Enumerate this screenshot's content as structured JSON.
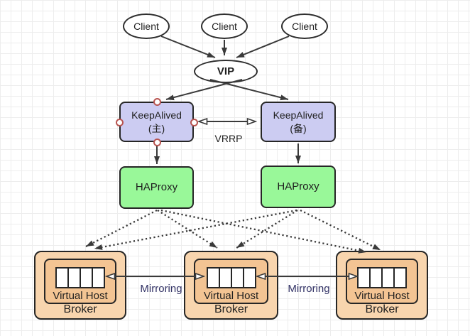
{
  "diagram": {
    "clients": [
      {
        "label": "Client"
      },
      {
        "label": "Client"
      },
      {
        "label": "Client"
      }
    ],
    "vip": {
      "label": "VIP"
    },
    "keepalived_primary": {
      "name": "KeepAlived",
      "role": "(主)"
    },
    "keepalived_backup": {
      "name": "KeepAlived",
      "role": "(备)"
    },
    "haproxy_left": {
      "label": "HAProxy"
    },
    "haproxy_right": {
      "label": "HAProxy"
    },
    "edge_labels": {
      "vrrp": "VRRP",
      "mirroring_left": "Mirroring",
      "mirroring_right": "Mirroring"
    },
    "brokers": [
      {
        "virtual_host_label": "Virtual Host",
        "broker_label": "Broker",
        "queue_segments": 4
      },
      {
        "virtual_host_label": "Virtual Host",
        "broker_label": "Broker",
        "queue_segments": 4
      },
      {
        "virtual_host_label": "Virtual Host",
        "broker_label": "Broker",
        "queue_segments": 4
      }
    ],
    "colors": {
      "keepalived_fill": "#CCCCF2",
      "haproxy_fill": "#99F899",
      "broker_fill": "#F8D5AE",
      "virtual_host_fill": "#F3C493",
      "queue_fill": "#FFFFFF",
      "edge": "#3A3A3A",
      "mirroring_text": "#333366",
      "connection_point": "#B85450",
      "grid_line": "#EDEDED"
    }
  }
}
